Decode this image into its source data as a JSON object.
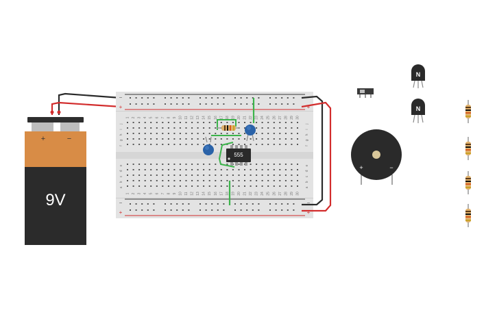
{
  "battery": {
    "label": "9V",
    "plus_sign": "+",
    "minus_sign": "−",
    "colors": {
      "top": "#d88c46",
      "body": "#2b2b2b",
      "cap": "#2e2e2e",
      "terminal": "#bdbdbd"
    }
  },
  "breadboard": {
    "column_numbers": [
      "1",
      "2",
      "3",
      "4",
      "5",
      "6",
      "7",
      "8",
      "9",
      "10",
      "11",
      "12",
      "13",
      "14",
      "15",
      "16",
      "17",
      "18",
      "19",
      "20",
      "21",
      "22",
      "23",
      "24",
      "25",
      "26",
      "27",
      "28",
      "29",
      "30"
    ],
    "row_letters_top": [
      "j",
      "i",
      "h",
      "g",
      "f"
    ],
    "row_letters_bottom": [
      "e",
      "d",
      "c",
      "b",
      "a"
    ],
    "rail_plus": "+",
    "rail_minus": "−",
    "colors": {
      "board": "#e3e3e3",
      "hole": "#555555",
      "rail_red": "#d22c2c",
      "rail_dark": "#3a3a3a"
    }
  },
  "ic": {
    "label": "555",
    "color": "#2a2a2a"
  },
  "transistors": [
    {
      "label": "N"
    },
    {
      "label": "N"
    }
  ],
  "buzzer": {
    "plus_sign": "+",
    "minus_sign": "−",
    "color": "#2a2a2a"
  },
  "wires": {
    "red": "#d22c2c",
    "black": "#2a2a2a",
    "green": "#3cb44b"
  },
  "capacitor_color": "#2a62a8",
  "resistor_count": 4,
  "slide_switch": {
    "color": "#3a3a3a"
  }
}
